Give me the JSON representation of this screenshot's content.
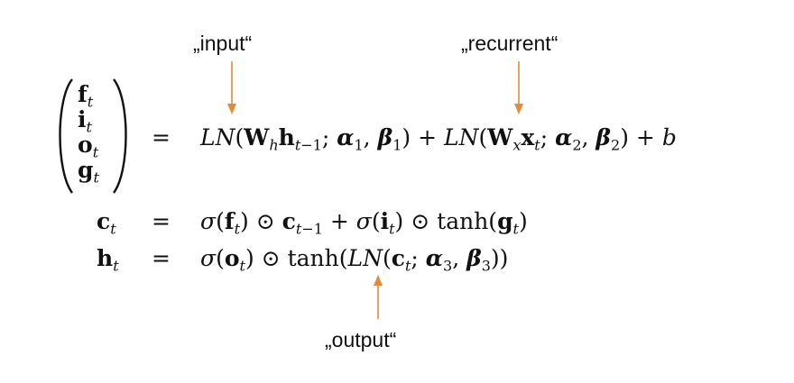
{
  "annotations": {
    "input": "„input“",
    "recurrent": "„recurrent“",
    "output": "„output“"
  },
  "colors": {
    "arrow": "#e58a3c",
    "text": "#111111"
  },
  "equations": {
    "vector": [
      "f",
      "i",
      "o",
      "g"
    ],
    "row1_rhs": "LN(W_h h_{t−1}; α_1, β_1) + LN(W_x x_t; α_2, β_2) + b",
    "row2_lhs": "c_t",
    "row2_rhs": "σ(f_t) ⊙ c_{t−1} + σ(i_t) ⊙ tanh(g_t)",
    "row3_lhs": "h_t",
    "row3_rhs": "σ(o_t) ⊙ tanh(LN(c_t; α_3, β_3))",
    "relation": "="
  }
}
